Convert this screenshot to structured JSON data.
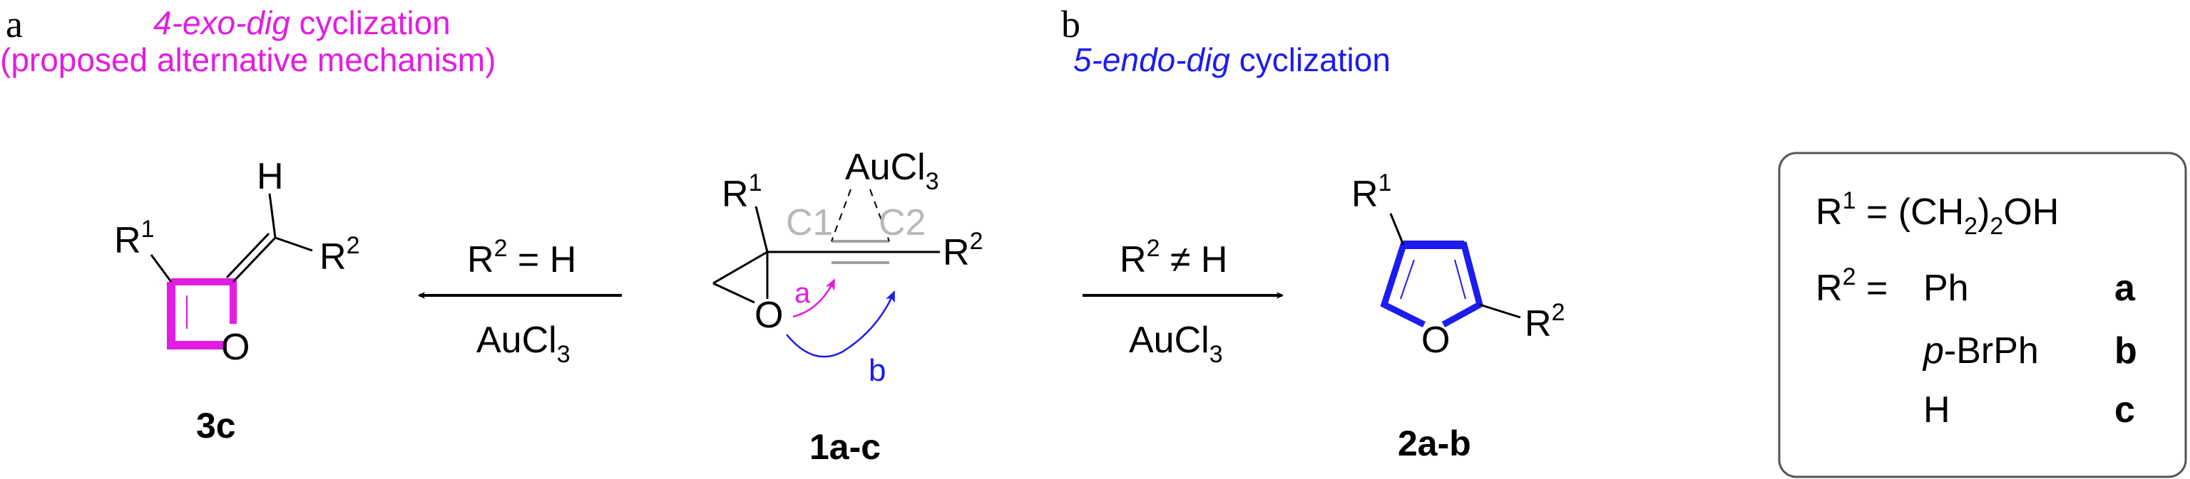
{
  "panel_a": {
    "letter": "a",
    "title_italic": "4-exo-dig",
    "title_rest": " cyclization",
    "subtitle": "(proposed alternative mechanism)",
    "color": "#e31ce3"
  },
  "panel_b": {
    "letter": "b",
    "title_italic": "5-endo-dig",
    "title_rest": " cyclization",
    "color": "#1c1cf0"
  },
  "product_3c": {
    "H": "H",
    "R": "R",
    "sup1": "1",
    "sup2": "2",
    "O": "O",
    "label": "3c"
  },
  "left_arrow": {
    "cond_top_R": "R",
    "cond_top_sup": "2",
    "cond_top_rest": " = H",
    "cond_bottom": "AuCl",
    "cond_bottom_sub": "3"
  },
  "substrate_1": {
    "R": "R",
    "sup1": "1",
    "sup2": "2",
    "catalyst": "AuCl",
    "catalyst_sub": "3",
    "C1": "C1",
    "C2": "C2",
    "O": "O",
    "path_a": "a",
    "path_b": "b",
    "label": "1a-c"
  },
  "right_arrow": {
    "cond_top_R": "R",
    "cond_top_sup": "2",
    "cond_top_rest": " ≠ H",
    "cond_bottom": "AuCl",
    "cond_bottom_sub": "3"
  },
  "product_2": {
    "R": "R",
    "sup1": "1",
    "sup2": "2",
    "O": "O",
    "label": "2a-b"
  },
  "legend": {
    "r1_R": "R",
    "r1_sup": "1",
    "r1_eq": " = (CH",
    "r1_sub1": "2",
    "r1_close": ")",
    "r1_sub2": "2",
    "r1_end": "OH",
    "r2_R": "R",
    "r2_sup": "2",
    "r2_eq": " =",
    "rows": [
      {
        "prefix": "",
        "value": "Ph",
        "code": "a"
      },
      {
        "prefix": "p",
        "value": "-BrPh",
        "code": "b"
      },
      {
        "prefix": "",
        "value": "H",
        "code": "c"
      }
    ]
  }
}
